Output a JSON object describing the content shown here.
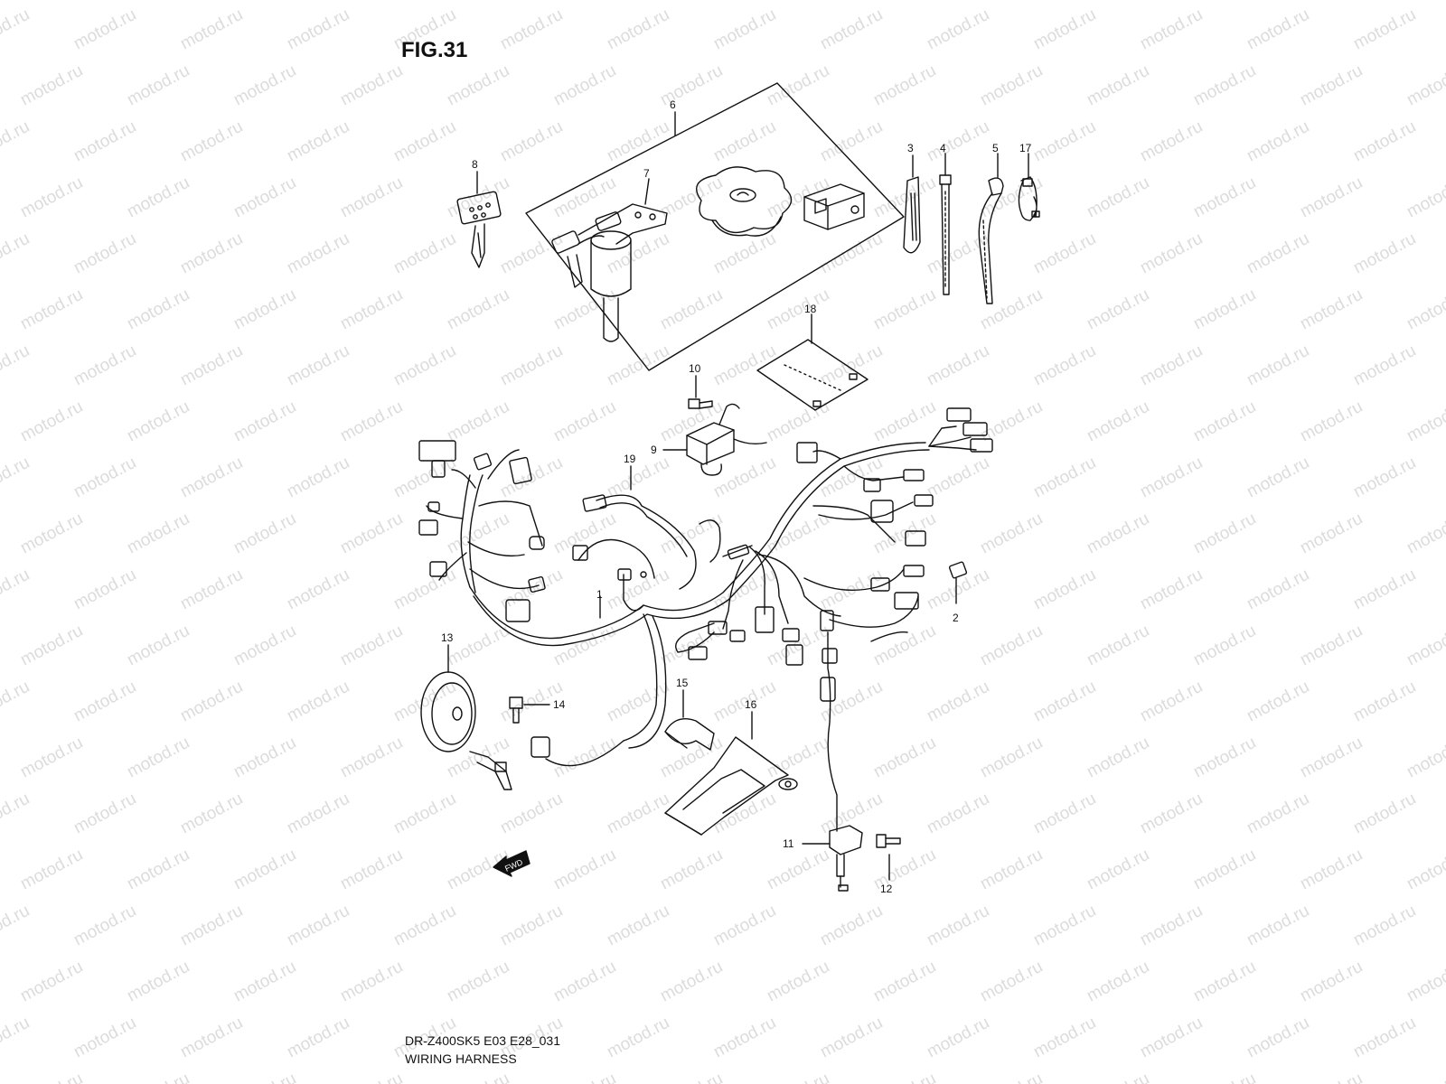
{
  "figure": {
    "title": "FIG.31"
  },
  "watermark": {
    "text": "motod.ru"
  },
  "footer": {
    "model_code": "DR-Z400SK5 E03 E28_031",
    "caption": "WIRING HARNESS"
  },
  "parts": {
    "p1": "1",
    "p2": "2",
    "p3": "3",
    "p4": "4",
    "p5": "5",
    "p6": "6",
    "p7": "7",
    "p8": "8",
    "p9": "9",
    "p10": "10",
    "p11": "11",
    "p12": "12",
    "p13": "13",
    "p14": "14",
    "p15": "15",
    "p16": "16",
    "p17": "17",
    "p18": "18",
    "p19": "19"
  },
  "direction_badge": "FWD"
}
